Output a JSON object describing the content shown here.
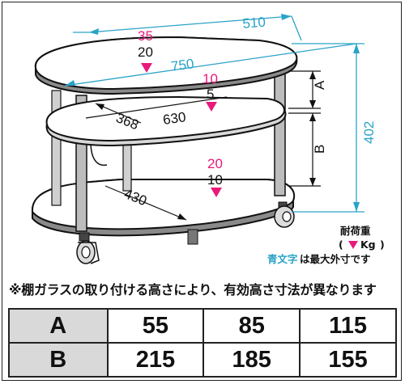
{
  "dimensions": {
    "width_top": "510",
    "length": "750",
    "height": "402",
    "shelf_depth": "368",
    "shelf_width": "630",
    "bottom_depth": "430",
    "gap_a": "A",
    "gap_b": "B"
  },
  "load": {
    "top_blue": "35",
    "top_black": "20",
    "middle_blue": "10",
    "middle_black": "5",
    "bottom_blue": "20",
    "bottom_black": "10"
  },
  "legend": {
    "title": "耐荷重",
    "unit": "Kg",
    "blue_text": "青文字",
    "blue_text_suffix": "は最大外寸です"
  },
  "note": "※棚ガラスの取り付ける高さにより、有効高さ寸法が異なります",
  "table": {
    "rows": [
      {
        "label": "A",
        "values": [
          "55",
          "85",
          "115"
        ]
      },
      {
        "label": "B",
        "values": [
          "215",
          "185",
          "155"
        ]
      }
    ]
  },
  "colors": {
    "dimension_blue": "#2aa3c7",
    "load_pink": "#e8197a",
    "header_gray": "#d9d9d9"
  }
}
